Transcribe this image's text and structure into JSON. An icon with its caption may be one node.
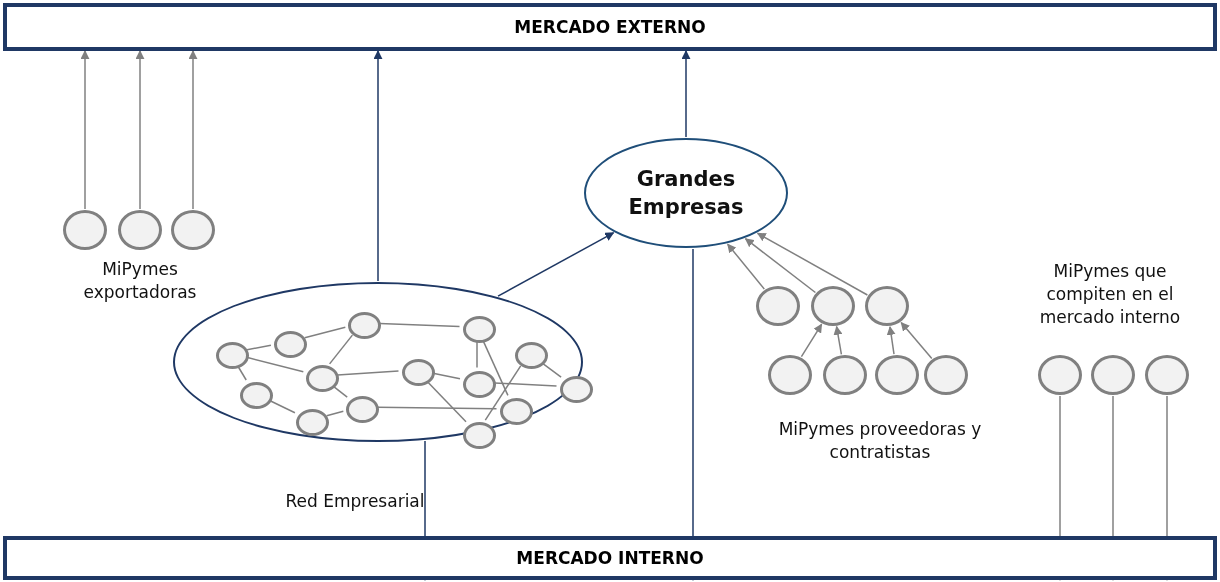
{
  "diagram": {
    "nodes": [
      {
        "text": [
          "MERCADO EXTERNO"
        ]
      },
      {
        "text": [],
        "shape": "circle"
      },
      {
        "text": [],
        "shape": "circle"
      },
      {
        "text": [],
        "shape": "circle"
      },
      {
        "text": [
          "Grandes Empresas"
        ]
      },
      {
        "text": [],
        "shape": "ellipse"
      },
      {
        "text": [],
        "shape": "circle",
        "in": 5
      },
      {
        "text": [],
        "shape": "circle",
        "in": 5
      },
      {
        "text": [],
        "shape": "circle",
        "in": 5
      },
      {
        "text": [],
        "shape": "circle",
        "in": 5
      },
      {
        "text": [],
        "shape": "circle",
        "in": 5
      },
      {
        "text": [],
        "shape": "circle",
        "in": 5
      },
      {
        "text": [],
        "shape": "circle",
        "in": 5
      },
      {
        "text": [],
        "shape": "circle",
        "in": 5
      },
      {
        "text": [],
        "shape": "circle",
        "in": 5
      },
      {
        "text": [],
        "shape": "circle",
        "in": 5
      },
      {
        "text": [],
        "shape": "circle",
        "in": 5
      },
      {
        "text": [],
        "shape": "circle",
        "in": 5
      },
      {
        "text": [],
        "shape": "circle",
        "in": 5
      },
      {
        "text": [],
        "shape": "circle",
        "in": 5
      },
      {
        "text": [],
        "shape": "circle"
      },
      {
        "text": [],
        "shape": "circle"
      },
      {
        "text": [],
        "shape": "circle"
      },
      {
        "text": [],
        "shape": "circle"
      },
      {
        "text": [],
        "shape": "circle"
      },
      {
        "text": [],
        "shape": "circle"
      },
      {
        "text": [],
        "shape": "circle"
      },
      {
        "text": [],
        "shape": "circle"
      },
      {
        "text": [],
        "shape": "circle"
      },
      {
        "text": [],
        "shape": "circle"
      },
      {
        "text": [
          "MERCADO INTERNO"
        ]
      }
    ],
    "edges": [
      {
        "from": 1,
        "to": 0,
        "arrow": "to"
      },
      {
        "from": 2,
        "to": 0,
        "arrow": "to"
      },
      {
        "from": 3,
        "to": 0,
        "arrow": "to"
      },
      {
        "from": 5,
        "to": 0,
        "arrow": "to",
        "color": "#1f3864"
      },
      {
        "from": 4,
        "to": 0,
        "arrow": "to",
        "color": "#1f3864"
      },
      {
        "from": 5,
        "to": 4,
        "arrow": "to",
        "color": "#1f3864"
      },
      {
        "from": 5,
        "to": 30,
        "arrow": "to",
        "color": "#1f3864"
      },
      {
        "from": 4,
        "to": 30,
        "arrow": "to",
        "color": "#1f3864"
      },
      {
        "from": 6,
        "to": 7,
        "arrow": "none"
      },
      {
        "from": 7,
        "to": 8,
        "arrow": "none"
      },
      {
        "from": 8,
        "to": 9,
        "arrow": "none"
      },
      {
        "from": 8,
        "to": 11,
        "arrow": "none"
      },
      {
        "from": 6,
        "to": 11,
        "arrow": "none"
      },
      {
        "from": 6,
        "to": 15,
        "arrow": "none"
      },
      {
        "from": 15,
        "to": 18,
        "arrow": "none"
      },
      {
        "from": 18,
        "to": 16,
        "arrow": "none"
      },
      {
        "from": 11,
        "to": 16,
        "arrow": "none"
      },
      {
        "from": 11,
        "to": 12,
        "arrow": "none"
      },
      {
        "from": 12,
        "to": 13,
        "arrow": "none"
      },
      {
        "from": 12,
        "to": 19,
        "arrow": "none"
      },
      {
        "from": 9,
        "to": 13,
        "arrow": "none"
      },
      {
        "from": 9,
        "to": 17,
        "arrow": "none"
      },
      {
        "from": 13,
        "to": 14,
        "arrow": "none"
      },
      {
        "from": 10,
        "to": 14,
        "arrow": "none"
      },
      {
        "from": 10,
        "to": 19,
        "arrow": "none"
      },
      {
        "from": 16,
        "to": 17,
        "arrow": "none"
      },
      {
        "from": 20,
        "to": 4,
        "arrow": "to"
      },
      {
        "from": 21,
        "to": 4,
        "arrow": "to"
      },
      {
        "from": 22,
        "to": 4,
        "arrow": "to"
      },
      {
        "from": 23,
        "to": 21,
        "arrow": "to"
      },
      {
        "from": 24,
        "to": 21,
        "arrow": "to"
      },
      {
        "from": 25,
        "to": 22,
        "arrow": "to"
      },
      {
        "from": 26,
        "to": 22,
        "arrow": "to"
      },
      {
        "from": 27,
        "to": 30,
        "arrow": "to"
      },
      {
        "from": 28,
        "to": 30,
        "arrow": "to"
      },
      {
        "from": 29,
        "to": 30,
        "arrow": "to"
      }
    ],
    "labels": [
      "Red Empresarial",
      "MiPymes exportadoras",
      "MiPymes proveedoras y contratistas",
      "MiPymes que compiten en el mercado interno"
    ]
  }
}
